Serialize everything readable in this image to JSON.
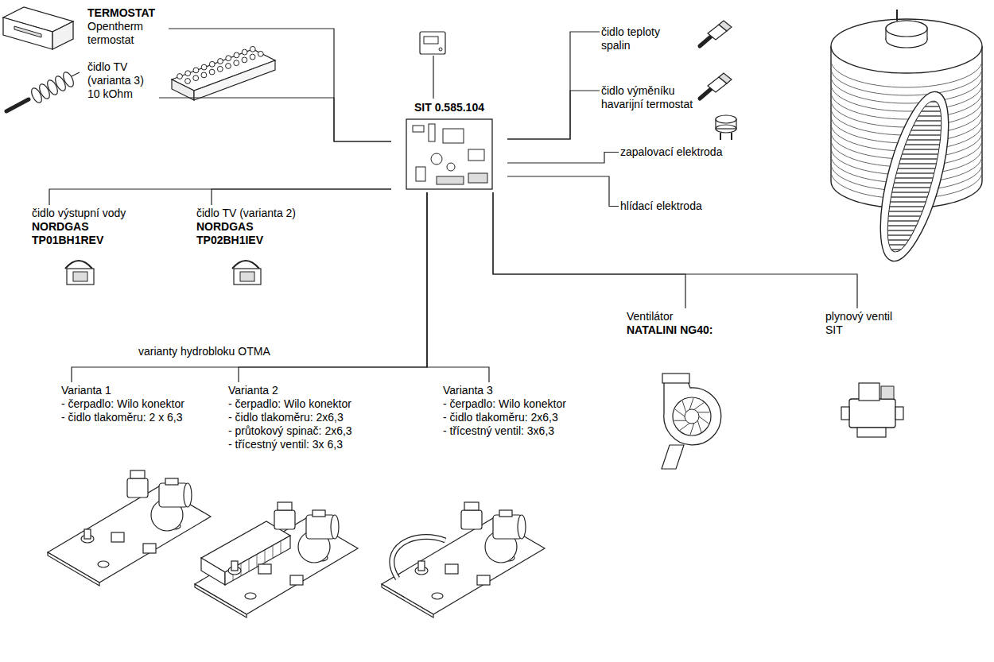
{
  "diagram": {
    "nodes": [
      {
        "text": [
          "TERMOSTAT",
          "Opentherm termostat"
        ]
      },
      {
        "text": [
          "čidlo TV (varianta 3) 10 kOhm"
        ]
      },
      {
        "text": [
          "SIT 0.585.104"
        ]
      },
      {
        "text": [
          "čidlo teploty spalin"
        ]
      },
      {
        "text": [
          "čidlo výměníku",
          "havarijní termostat"
        ]
      },
      {
        "text": [
          "zapalovací elektroda"
        ]
      },
      {
        "text": [
          "hlídací elektroda"
        ]
      },
      {
        "text": [
          "čidlo výstupní vody",
          "NORDGAS TP01BH1REV"
        ]
      },
      {
        "text": [
          "čidlo TV (varianta 2)",
          "NORDGAS TP02BH1IEV"
        ]
      },
      {
        "text": [
          "Varianta 1",
          "- čerpadlo: Wilo konektor",
          "- čidlo tlakoměru: 2 x 6,3"
        ]
      },
      {
        "text": [
          "Varianta 2",
          "- čerpadlo: Wilo konektor",
          "- čidlo tlakoměru: 2x6,3",
          "- průtokový spinač: 2x6,3",
          "- třícestný ventil: 3x 6,3"
        ]
      },
      {
        "text": [
          "Varianta 3",
          "- čerpadlo: Wilo konektor",
          "- čidlo tlakoměru: 2x6,3",
          "- třícestný ventil: 3x6,3"
        ]
      },
      {
        "text": [
          "Ventilátor",
          "NATALINI NG40:"
        ]
      },
      {
        "text": [
          "plynový ventil SIT"
        ]
      }
    ],
    "edges": [
      {
        "from": 0,
        "to": 2,
        "arrow": "none"
      },
      {
        "from": 1,
        "to": 2,
        "arrow": "none"
      },
      {
        "from": 2,
        "to": 3,
        "arrow": "none"
      },
      {
        "from": 2,
        "to": 4,
        "arrow": "none"
      },
      {
        "from": 2,
        "to": 5,
        "arrow": "none"
      },
      {
        "from": 2,
        "to": 6,
        "arrow": "none"
      },
      {
        "from": 2,
        "to": 7,
        "arrow": "none"
      },
      {
        "from": 2,
        "to": 8,
        "arrow": "none"
      },
      {
        "from": 2,
        "to": 9,
        "arrow": "none"
      },
      {
        "from": 2,
        "to": 10,
        "arrow": "none"
      },
      {
        "from": 2,
        "to": 11,
        "arrow": "none"
      },
      {
        "from": 2,
        "to": 12,
        "arrow": "none"
      },
      {
        "from": 2,
        "to": 13,
        "arrow": "none"
      }
    ],
    "labels": [
      "varianty hydrobloku OTMA"
    ]
  }
}
